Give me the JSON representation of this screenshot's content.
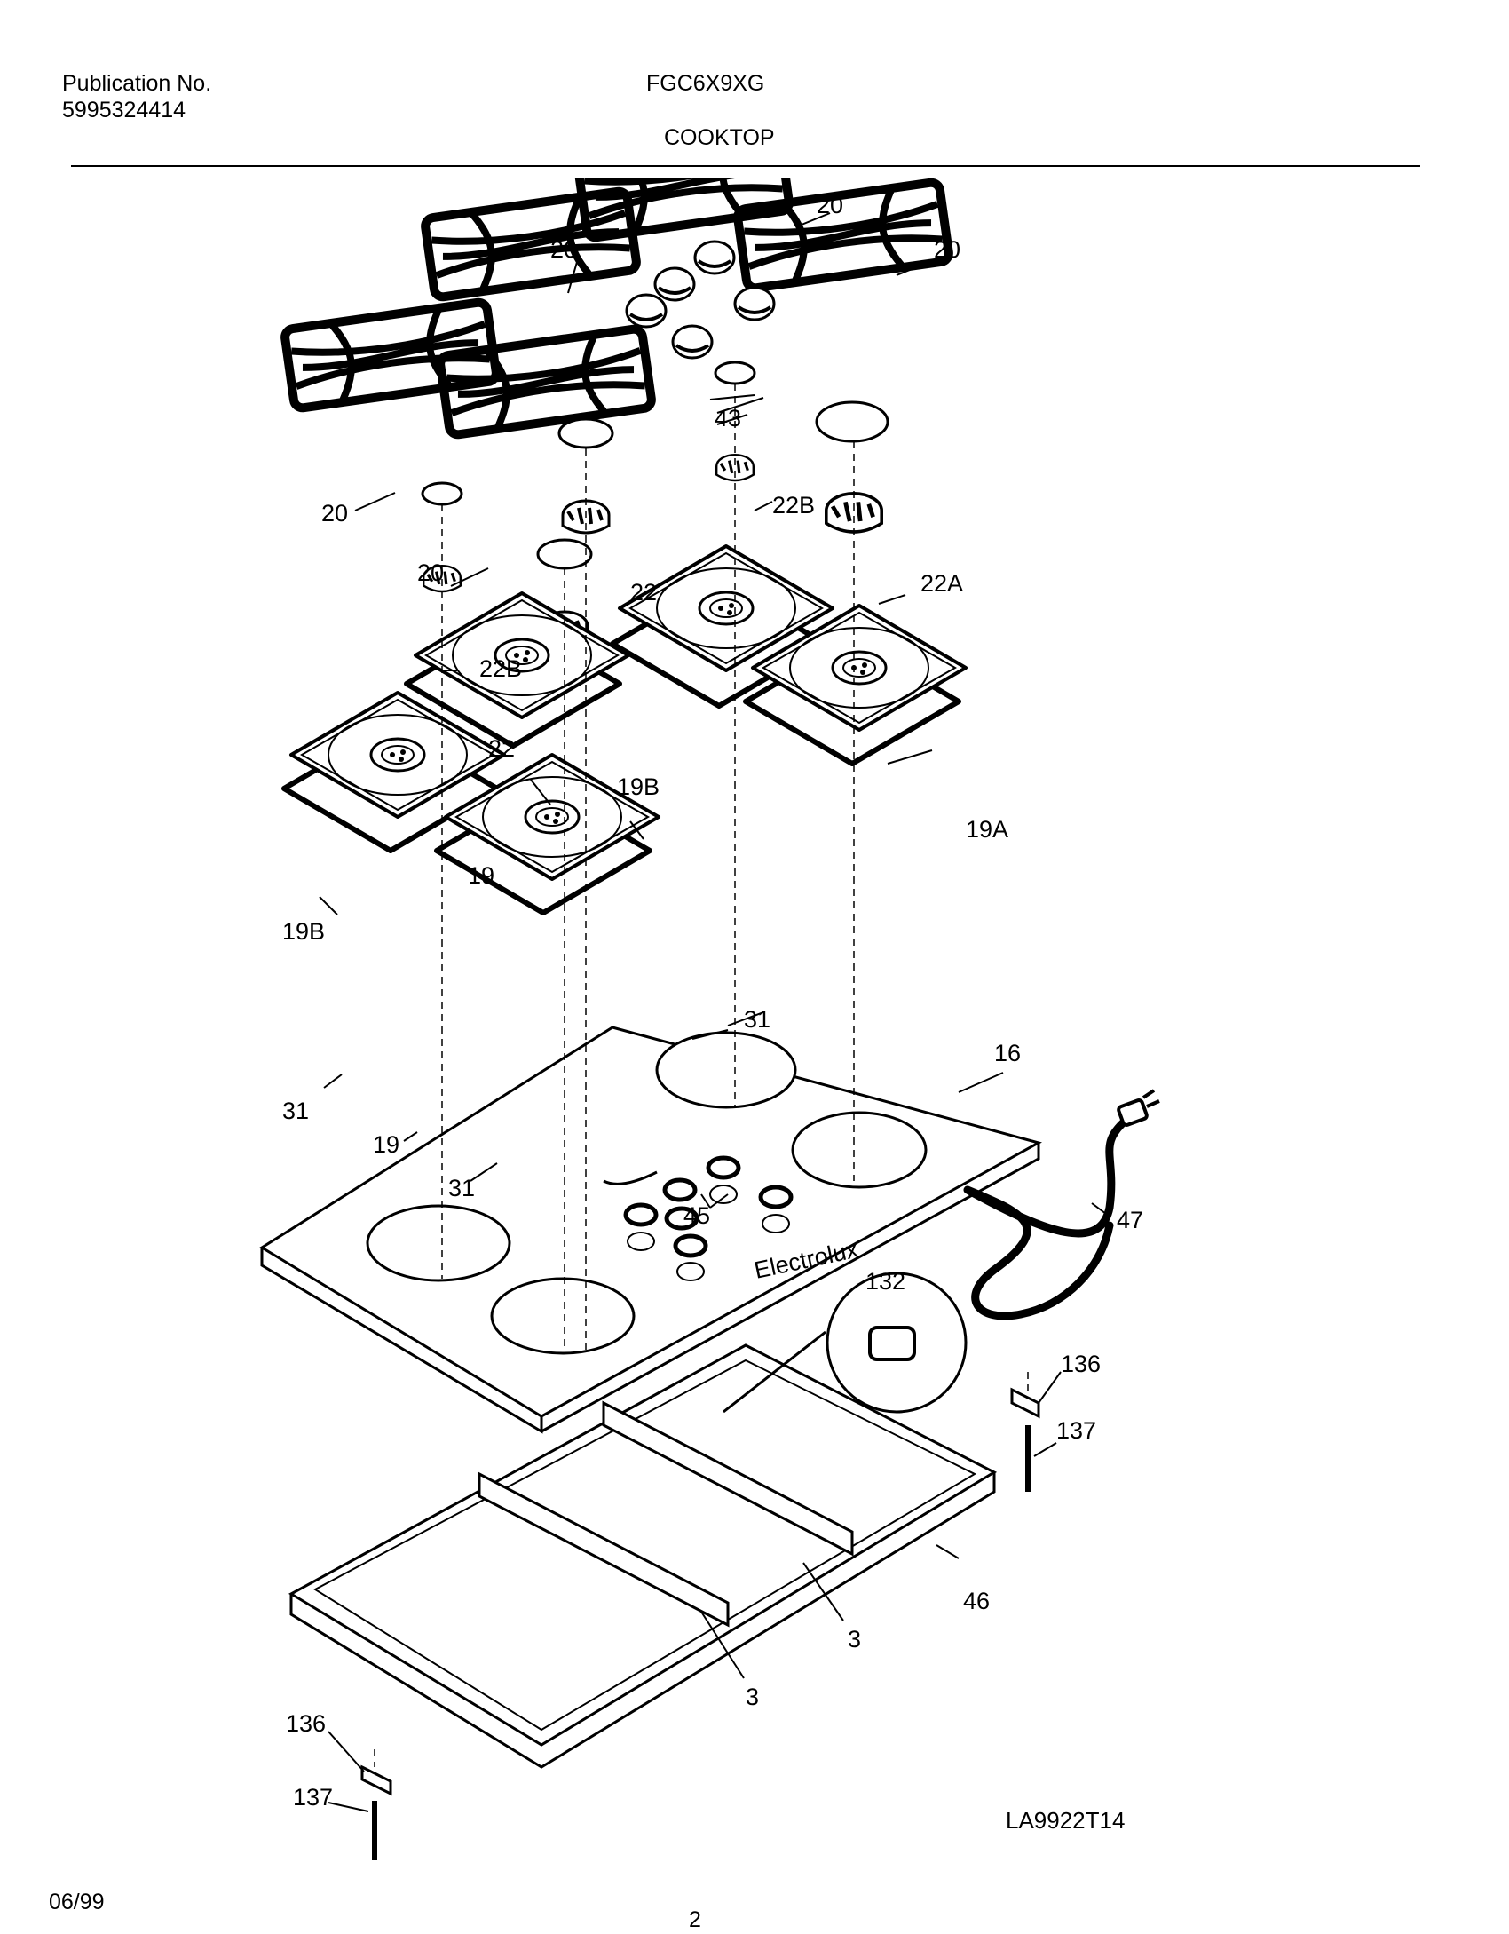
{
  "header": {
    "publication_label": "Publication No.",
    "publication_number": "5995324414",
    "model": "FGC6X9XG",
    "product": "COOKTOP"
  },
  "footer": {
    "date": "06/99",
    "page": "2",
    "diagram_code": "LA9922T14"
  },
  "callouts": {
    "grate": "20",
    "knob": "43",
    "cap_small": "22B",
    "cap_medium": "22",
    "cap_large": "22A",
    "burner_pan": "19",
    "burner_pan_small": "19B",
    "burner_pan_large": "19A",
    "gasket": "31",
    "cooktop_glass": "16",
    "knob_seal": "45",
    "power_cord": "47",
    "spark_module": "132",
    "bracket": "136",
    "screw": "137",
    "cross_brace": "3",
    "burner_box": "46"
  }
}
